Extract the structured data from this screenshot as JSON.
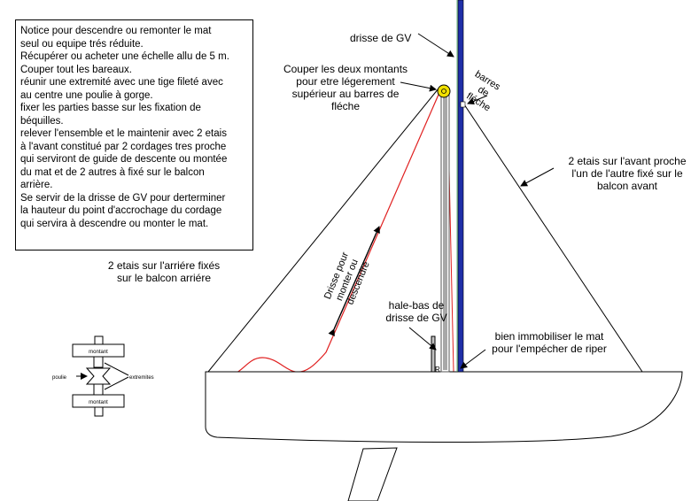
{
  "notice": {
    "lines": [
      "Notice pour descendre ou remonter le mat",
      "seul ou equipe trés réduite.",
      "Récupérer ou acheter une échelle allu de 5 m.",
      "Couper tout les bareaux.",
      "réunir une extremité avec une tige fileté avec",
      "au centre une poulie à gorge.",
      "fixer les parties basse sur les fixation de",
      "béquilles.",
      "relever l'ensemble et le maintenir avec 2 etais",
      "à l'avant constitué par 2 cordages tres proche",
      "qui serviront de guide de descente ou montée",
      "du mat et de 2 autres à  fixé sur le balcon",
      "arrière.",
      "Se servir de la drisse de GV pour derterminer",
      "la hauteur du point d'accrochage du cordage",
      "qui servira à descendre ou monter le mat."
    ]
  },
  "labels": {
    "drisse_gv": "drisse de GV",
    "couper": [
      "Couper les deux montants",
      "pour etre légerement",
      "supérieur au barres de",
      "fléche"
    ],
    "barres": [
      "barres",
      "de",
      "fléche"
    ],
    "etais_avant": [
      "2 etais sur l'avant proche",
      "l'un de l'autre fixé sur le",
      "balcon avant"
    ],
    "etais_arriere": [
      "2 etais sur l'arriére fixés",
      "sur le balcon arriére"
    ],
    "drisse_pour": [
      "Drisse pour",
      "monter ou",
      "descendre"
    ],
    "hale_bas": [
      "hale-bas de",
      "drisse de GV"
    ],
    "immobiliser": [
      "bien immobiliser le mat",
      "pour l'empécher de riper"
    ],
    "small_r": "R",
    "detail": {
      "montant_top": "montant",
      "montant_bottom": "montant",
      "poulie": "poulie",
      "extremites": "extremites"
    }
  },
  "colors": {
    "mast": "#1f2fa8",
    "ladder": "#a8a8a8",
    "drisse_line": "#e02020",
    "pulley": "#f0e000",
    "line": "#000000"
  }
}
